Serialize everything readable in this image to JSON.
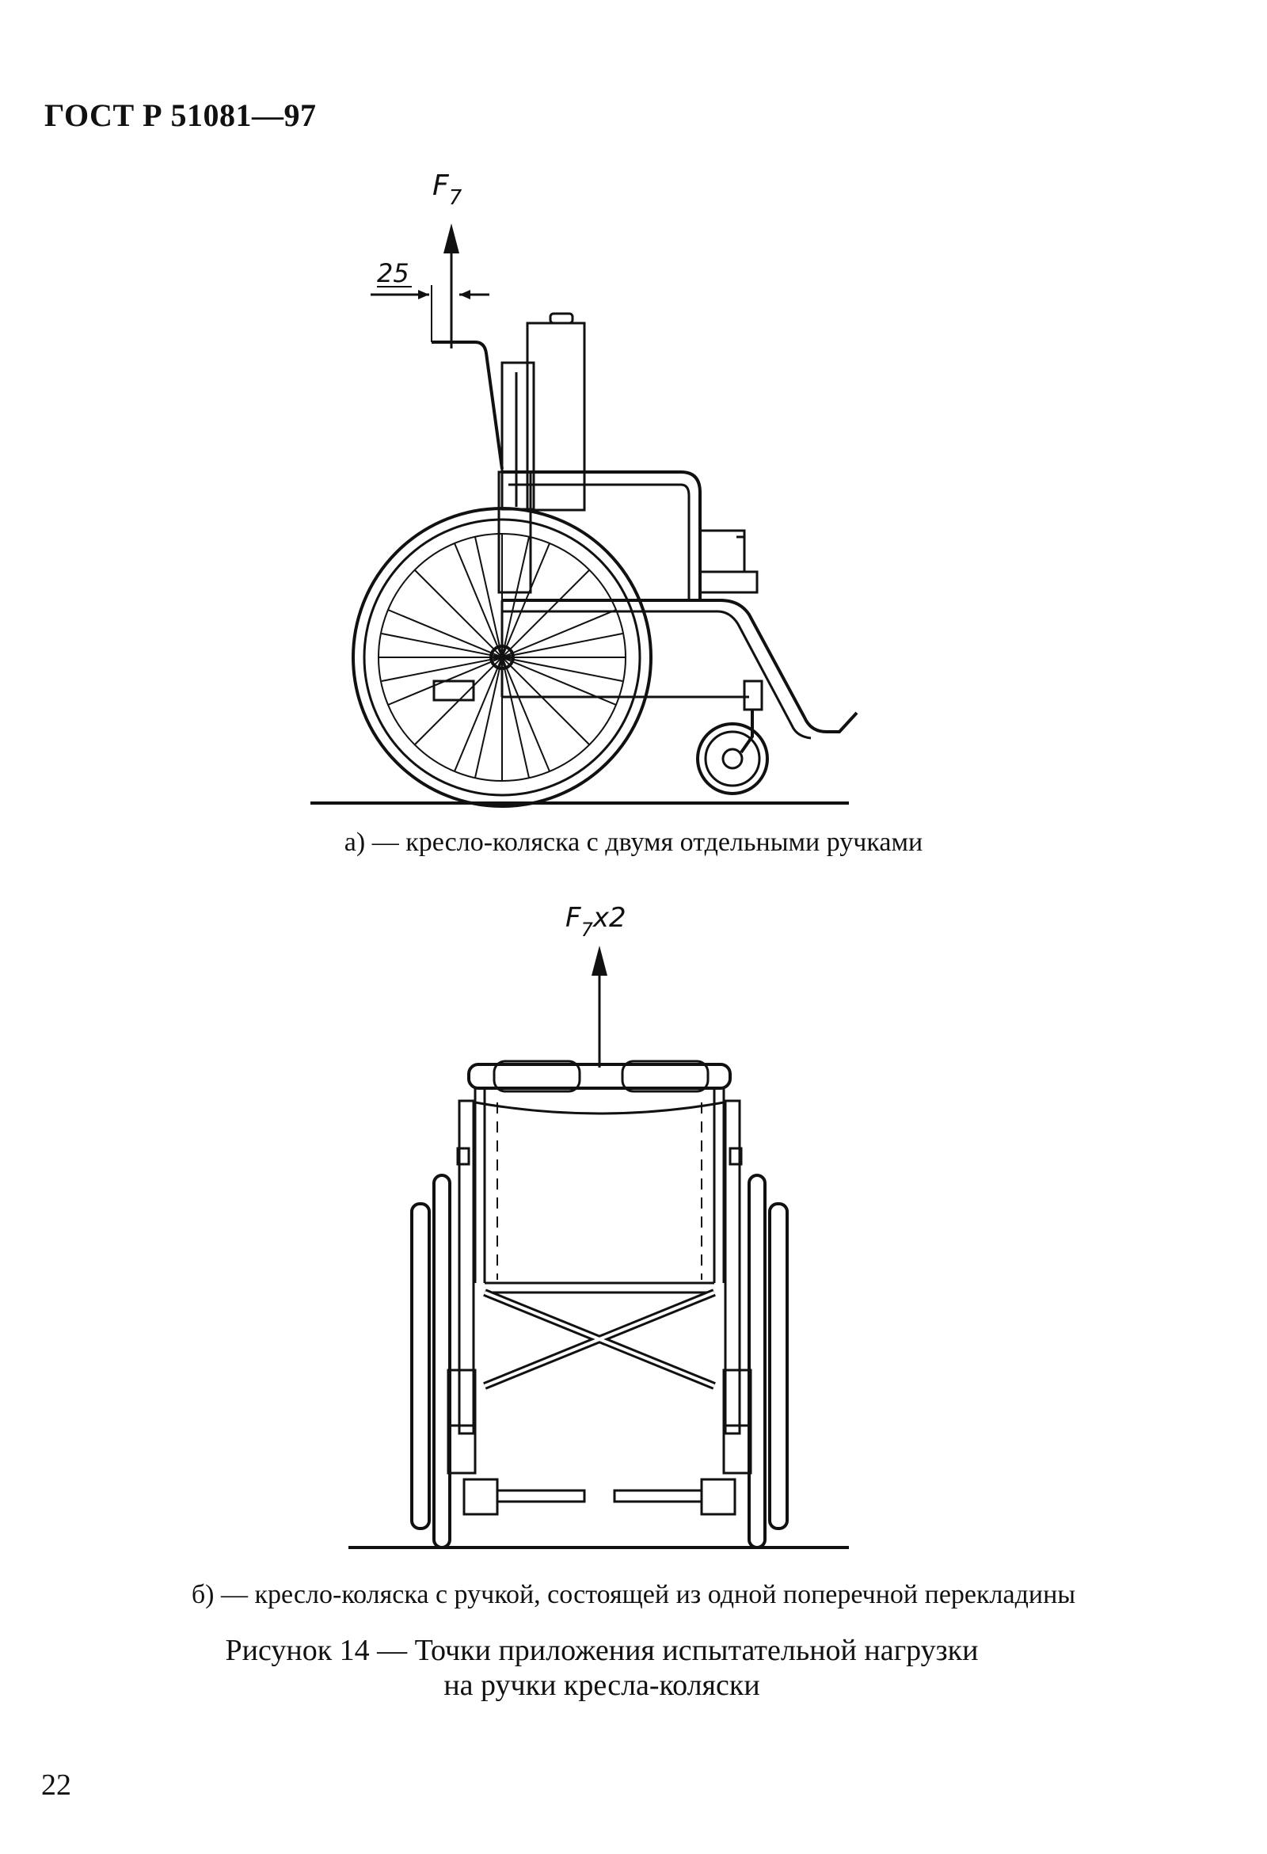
{
  "header": {
    "standard": "ГОСТ Р 51081—97"
  },
  "figure_a": {
    "force_label": "F",
    "force_subscript": "7",
    "dimension_label": "25",
    "caption": "а) — кресло-коляска с двумя отдельными ручками"
  },
  "figure_b": {
    "force_label": "F",
    "force_subscript": "7",
    "force_multiplier": "x2",
    "caption": "б) — кресло-коляска с ручкой, состоящей из одной поперечной перекладины"
  },
  "figure_title": {
    "line1": "Рисунок 14 — Точки приложения испытательной нагрузки",
    "line2": "на ручки кресла-коляски"
  },
  "page": {
    "number": "22"
  }
}
